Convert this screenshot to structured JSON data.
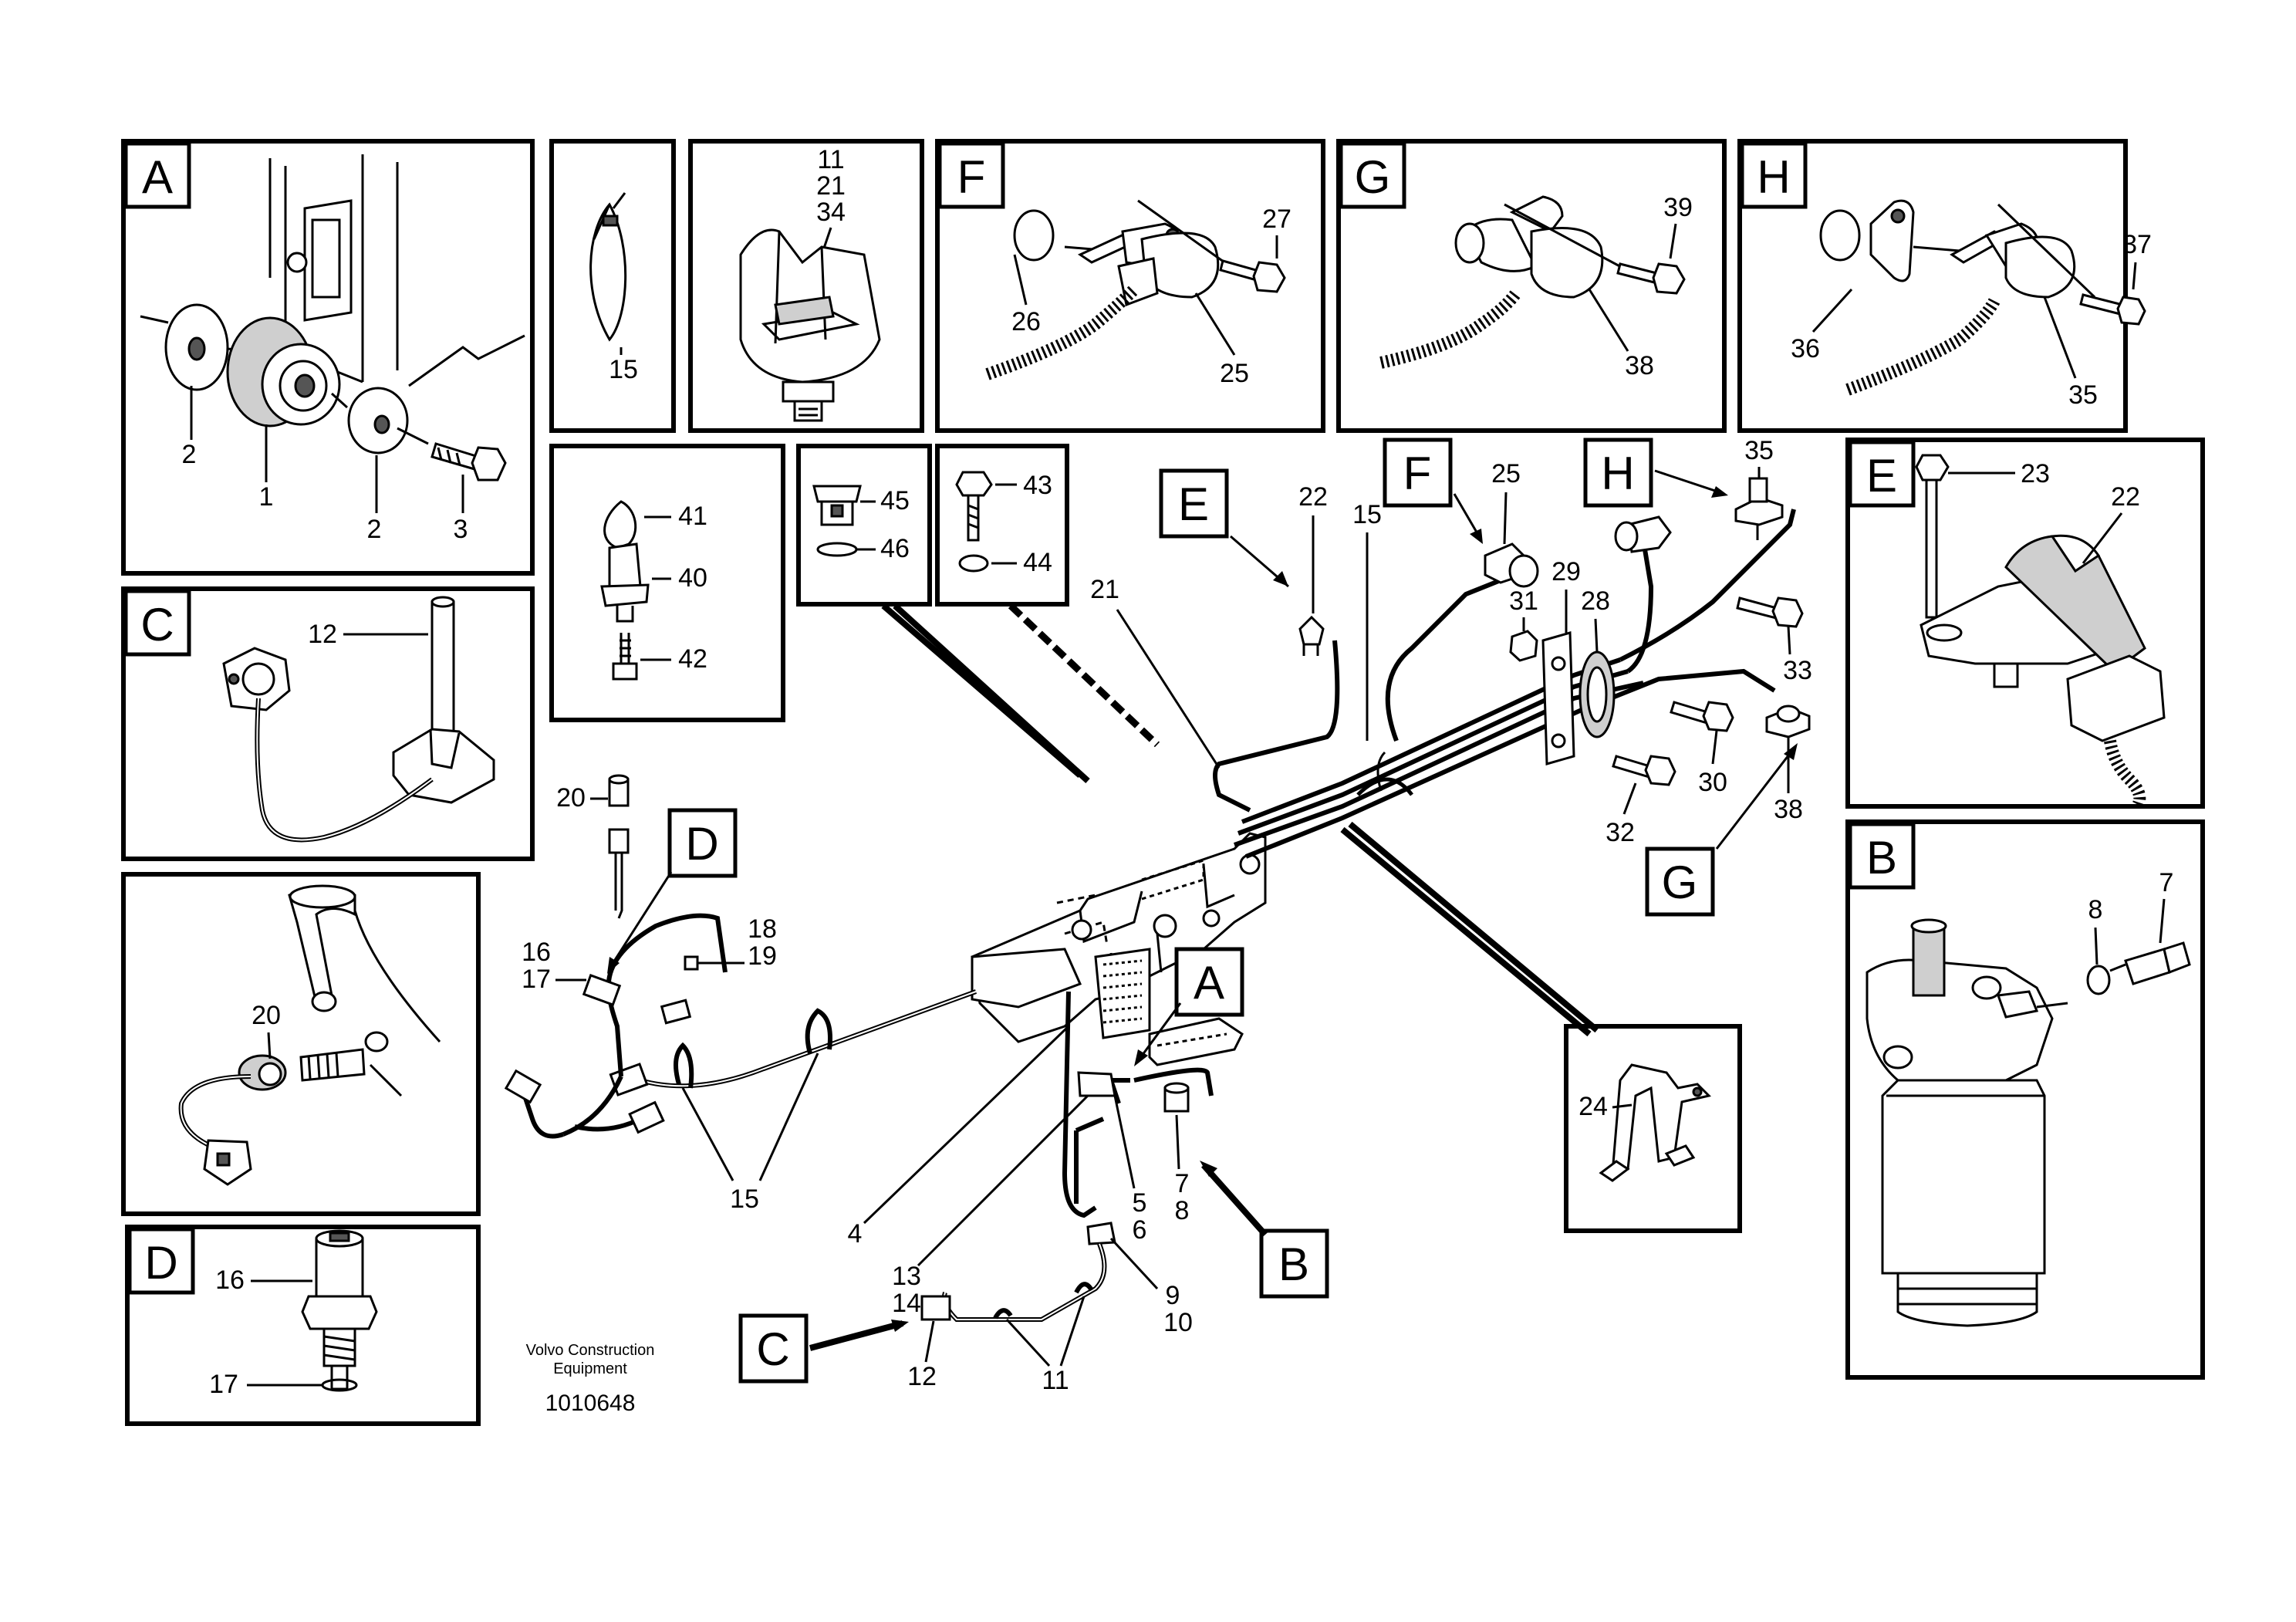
{
  "credit": {
    "line1": "Volvo Construction",
    "line2": "Equipment",
    "drawing_number": "1010648"
  },
  "panels": {
    "A": {
      "letter": "A",
      "labels": {
        "p2a": "2",
        "p1": "1",
        "p2b": "2",
        "p3": "3"
      }
    },
    "clip15": {
      "labels": {
        "p15": "15"
      }
    },
    "clamp": {
      "labels": {
        "p11": "11",
        "p21": "21",
        "p34": "34"
      }
    },
    "F": {
      "letter": "F",
      "labels": {
        "p27": "27",
        "p26": "26",
        "p25": "25"
      }
    },
    "G": {
      "letter": "G",
      "labels": {
        "p39": "39",
        "p38": "38"
      }
    },
    "H": {
      "letter": "H",
      "labels": {
        "p37": "37",
        "p36": "36",
        "p35": "35"
      }
    },
    "C": {
      "letter": "C",
      "labels": {
        "p12": "12"
      }
    },
    "sensor40": {
      "labels": {
        "p41": "41",
        "p40": "40",
        "p42": "42"
      }
    },
    "plug45": {
      "labels": {
        "p45": "45",
        "p46": "46"
      }
    },
    "bolt43": {
      "labels": {
        "p43": "43",
        "p44": "44"
      }
    },
    "E": {
      "letter": "E",
      "labels": {
        "p23": "23",
        "p22": "22"
      }
    },
    "B": {
      "letter": "B",
      "labels": {
        "p7": "7",
        "p8": "8"
      }
    },
    "sensor20": {
      "labels": {
        "p20": "20"
      }
    },
    "D": {
      "letter": "D",
      "labels": {
        "p16": "16",
        "p17": "17"
      }
    },
    "bracket24": {
      "labels": {
        "p24": "24"
      }
    }
  },
  "main": {
    "callout_letters": {
      "E": "E",
      "F": "F",
      "H": "H",
      "D": "D",
      "A": "A",
      "G": "G",
      "B": "B",
      "C": "C"
    },
    "labels": {
      "p22": "22",
      "p15a": "15",
      "p25": "25",
      "p35": "35",
      "p21": "21",
      "p29": "29",
      "p31": "31",
      "p28": "28",
      "p33": "33",
      "p30": "30",
      "p32": "32",
      "p38": "38",
      "p20": "20",
      "p16": "16",
      "p17": "17",
      "p18": "18",
      "p19": "19",
      "p15b": "15",
      "p4": "4",
      "p13": "13",
      "p14": "14",
      "p5": "5",
      "p6": "6",
      "p7": "7",
      "p8": "8",
      "p9": "9",
      "p10": "10",
      "p11": "11",
      "p12": "12"
    }
  }
}
